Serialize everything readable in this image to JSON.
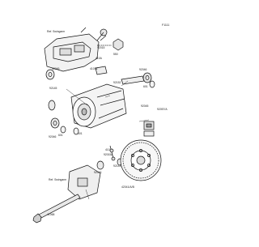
{
  "diagram": {
    "code": "F1111",
    "references": [
      "Ref. Swingarm",
      "Ref. Swingarm"
    ],
    "labels": {
      "92015": "92015",
      "410A": "410A",
      "550": "550",
      "92049": "92049",
      "41036": "41036",
      "92152": "92152",
      "92046_top": "92046",
      "601_top": "601",
      "92145": "92145",
      "92045_mid": "92045",
      "92057A": "92057/A",
      "92046_left": "92046",
      "601_left": "601",
      "601_mid": "601",
      "410": "410",
      "92015A": "92015A",
      "92143": "92143",
      "92046_bot": "92046",
      "42041": "42041/A/B",
      "41068": "41068"
    }
  }
}
